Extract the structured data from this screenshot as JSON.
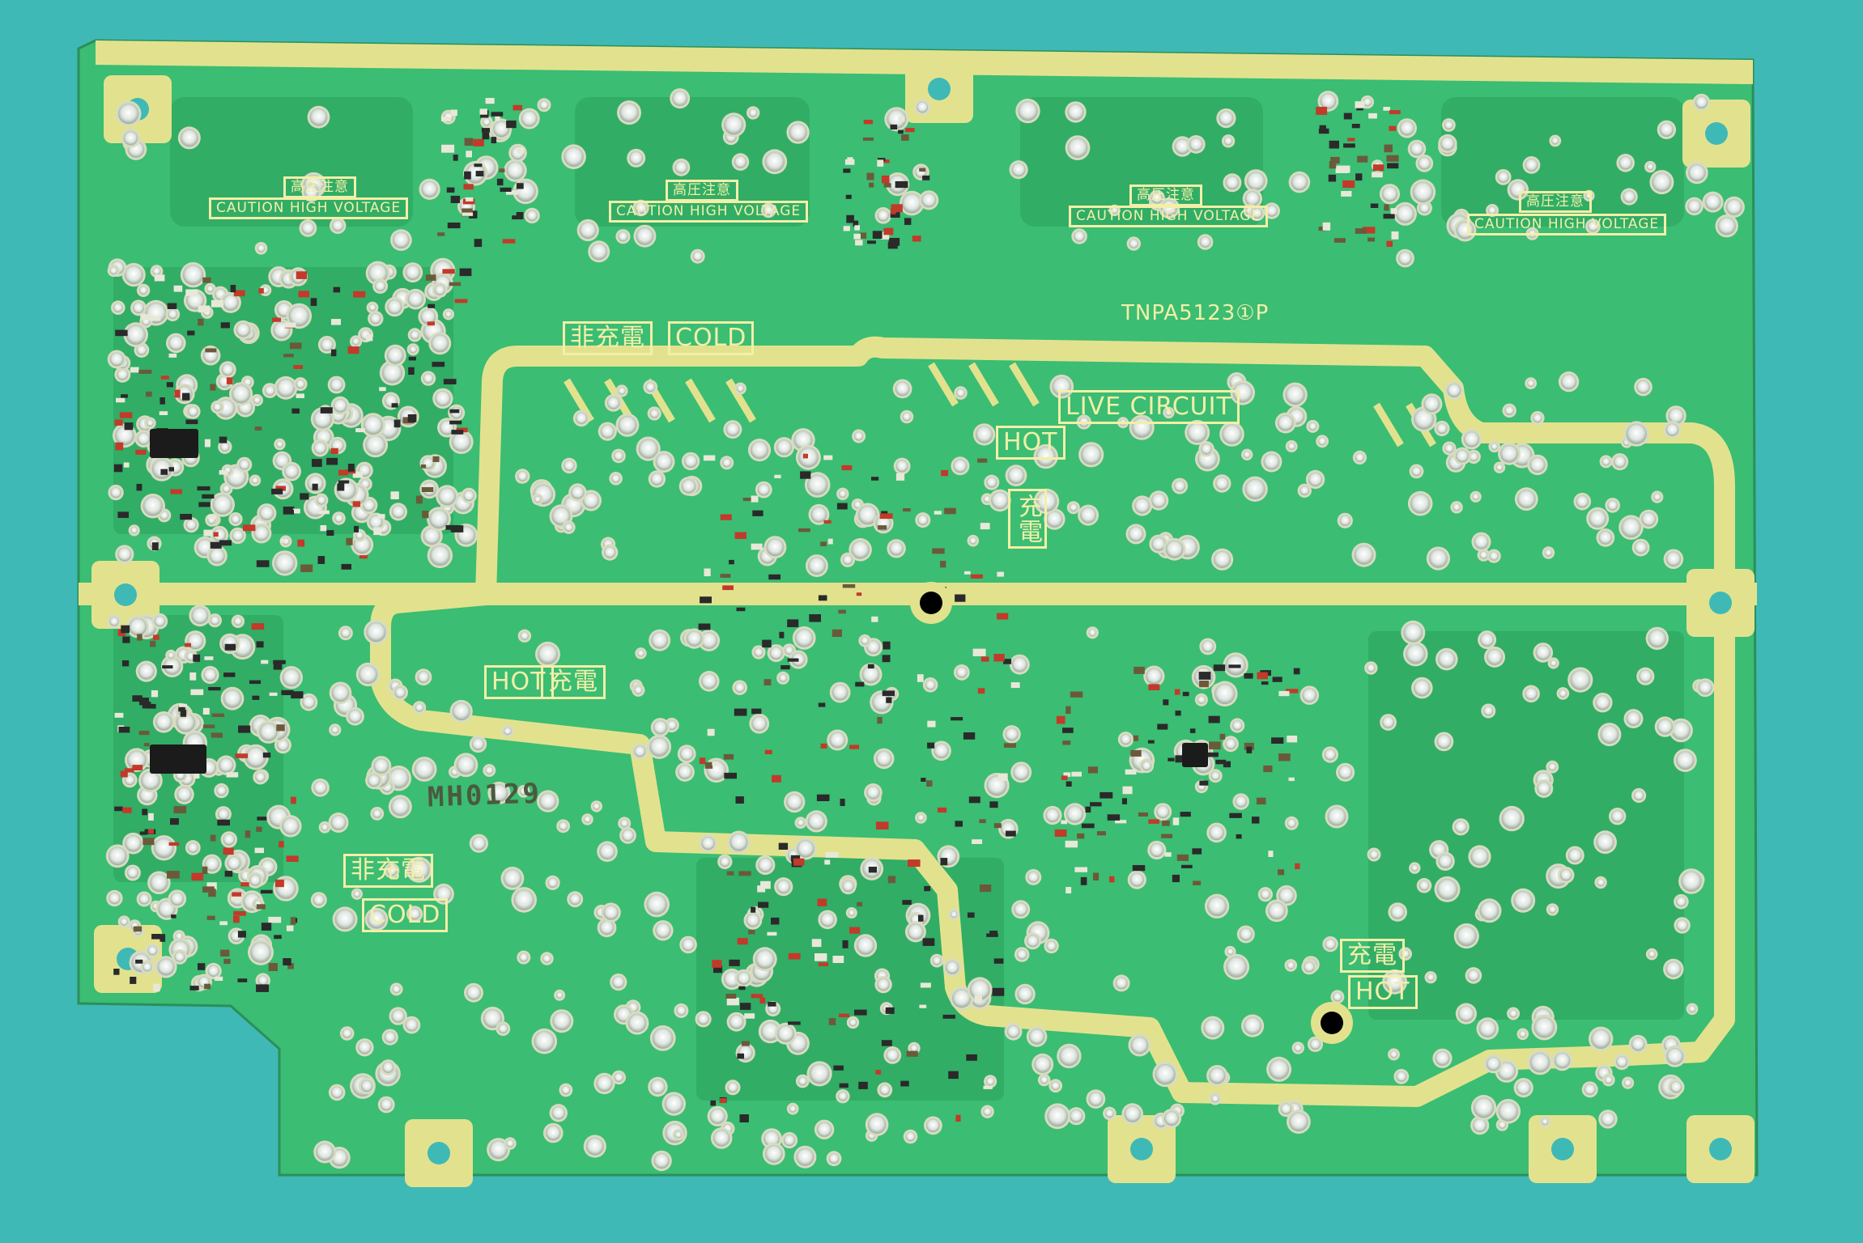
{
  "scene": {
    "background": "#3fb9b6",
    "board_color": "#3bbd73",
    "copper_color": "#e2e28e",
    "silk_color": "#f3efa8"
  },
  "labels": {
    "caution_1": "CAUTION HIGH VOLTAGE",
    "caution_2": "CAUTION HIGH VOLTAGE",
    "caution_3": "CAUTION HIGH VOLTAGE",
    "caution_4": "CAUTION HIGH VOLTAGE",
    "warn_1": "高圧注意",
    "warn_2": "高圧注意",
    "warn_3": "高圧注意",
    "warn_4": "高圧注意",
    "part_number": "TNPA5123①P",
    "live_circuit": "LIVE CIRCUIT",
    "cold_top_jp": "非充電",
    "cold_top_en": "COLD",
    "hot_center": "HOT",
    "hot_center_jp": "充電",
    "hot_left_en": "HOT",
    "hot_left_jp": "充電",
    "cold_left_jp": "非充電",
    "cold_left_en": "COLD",
    "hot_right_jp": "充電",
    "hot_right_en": "HOT",
    "marker_text": "MH0129"
  }
}
